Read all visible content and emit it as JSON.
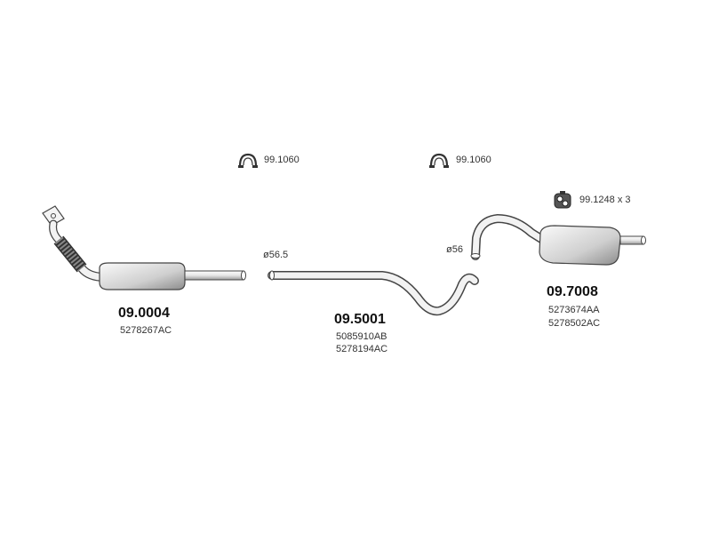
{
  "clamps": [
    {
      "label": "99.1060",
      "icon": "clamp-icon"
    },
    {
      "label": "99.1060",
      "icon": "clamp-icon"
    },
    {
      "label": "99.1248 x 3",
      "icon": "rubber-mount-icon"
    }
  ],
  "diameters": [
    "ø56.5",
    "ø56"
  ],
  "parts": [
    {
      "number": "09.0004",
      "oem": [
        "5278267AC"
      ]
    },
    {
      "number": "09.5001",
      "oem": [
        "5085910AB",
        "5278194AC"
      ]
    },
    {
      "number": "09.7008",
      "oem": [
        "5273674AA",
        "5278502AC"
      ]
    }
  ],
  "colors": {
    "line": "#444444",
    "fill_light": "#f2f2f2",
    "fill_dark": "#9a9a9a"
  }
}
